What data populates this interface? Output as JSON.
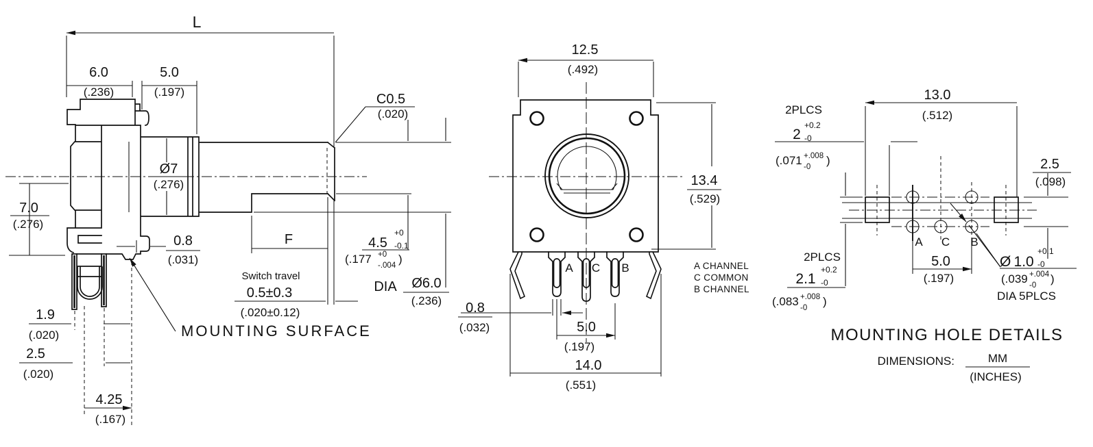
{
  "drawing": {
    "side_view": {
      "dim_L": "L",
      "dim_6": "6.0",
      "dim_6_in": "(.236)",
      "dim_5": "5.0",
      "dim_5_in": "(.197)",
      "chamfer": "C0.5",
      "chamfer_in": "(.020)",
      "shaft_dia": "Ø7",
      "shaft_dia_in": "(.276)",
      "body_h": "7.0",
      "body_h_in": "(.276)",
      "standoff": "0.8",
      "standoff_in": "(.031)",
      "dim_F": "F",
      "switch_travel_label": "Switch travel",
      "switch_travel": "0.5±0.3",
      "switch_travel_in": "(.020±0.12)",
      "flat": "4.5",
      "flat_sup": "+0",
      "flat_sub": "-0.1",
      "flat_in": "(.177",
      "flat_in_sup": "+0",
      "flat_in_sub": "-.004",
      "flat_in_close": ")",
      "dia_label": "DIA",
      "tip_dia": "Ø6.0",
      "tip_dia_in": "(.236)",
      "pin_w": "1.9",
      "pin_w_in": "(.020)",
      "pin_s": "2.5",
      "pin_s_in": "(.020)",
      "pin_off": "4.25",
      "pin_off_in": "(.167)",
      "mounting_surface": "MOUNTING SURFACE"
    },
    "front_view": {
      "width": "12.5",
      "width_in": "(.492)",
      "height": "13.4",
      "height_in": "(.529)",
      "term_a": "A",
      "term_c": "C",
      "term_b": "B",
      "legend": [
        "A CHANNEL",
        "C COMMON",
        "B CHANNEL"
      ],
      "pin_w": "0.8",
      "pin_w_in": "(.032)",
      "pin_pitch": "5.0",
      "pin_pitch_in": "(.197)",
      "body_w": "14.0",
      "body_w_in": "(.551)"
    },
    "hole_view": {
      "width": "13.0",
      "width_in": "(.512)",
      "slot_plcs": "2PLCS",
      "slot_w": "2",
      "slot_w_sup": "+0.2",
      "slot_w_sub": "-0",
      "slot_w_in": "(.071",
      "slot_w_in_sup": "+.008",
      "slot_w_in_sub": "-0",
      "slot_w_in_close": ")",
      "row": "2.5",
      "row_in": "(.098)",
      "slot2_plcs": "2PLCS",
      "slot_h": "2.1",
      "slot_h_sup": "+0.2",
      "slot_h_sub": "-0",
      "slot_h_in": "(.083",
      "slot_h_in_sup": "+.008",
      "slot_h_in_sub": "-0",
      "slot_h_in_close": ")",
      "pitch": "5.0",
      "pitch_in": "(.197)",
      "hole": "Ø 1.0",
      "hole_sup": "+0.1",
      "hole_sub": "-0",
      "hole_in": "(.039",
      "hole_in_sup": "+.004",
      "hole_in_sub": "-0",
      "hole_in_close": ")",
      "hole_note": "DIA 5PLCS",
      "a": "A",
      "c": "C",
      "b": "B",
      "title": "MOUNTING HOLE DETAILS",
      "dims_label": "DIMENSIONS:",
      "units_mm": "MM",
      "units_in": "(INCHES)"
    }
  }
}
